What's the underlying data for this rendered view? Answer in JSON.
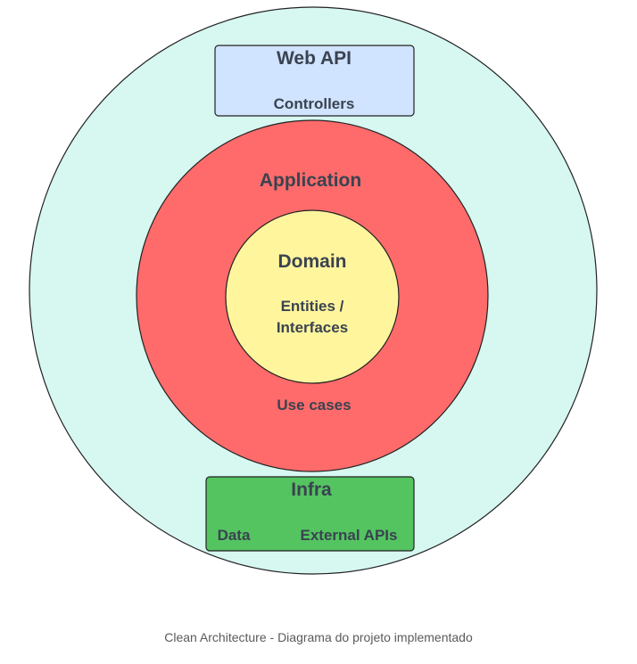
{
  "diagram": {
    "layers": {
      "web_api": {
        "title": "Web API",
        "items": [
          "Controllers"
        ],
        "color": "#d0e3ff"
      },
      "application": {
        "title": "Application",
        "items": [
          "Use cases"
        ],
        "color": "#ff6b6b"
      },
      "domain": {
        "title": "Domain",
        "items": [
          "Entities /",
          "Interfaces"
        ],
        "color": "#fff59d"
      },
      "infra": {
        "title": "Infra",
        "items": [
          "Data",
          "External APIs"
        ],
        "color": "#54c461"
      },
      "outer_ring": {
        "color": "#d7f7f1"
      }
    }
  },
  "caption": "Clean Architecture - Diagrama do projeto implementado"
}
